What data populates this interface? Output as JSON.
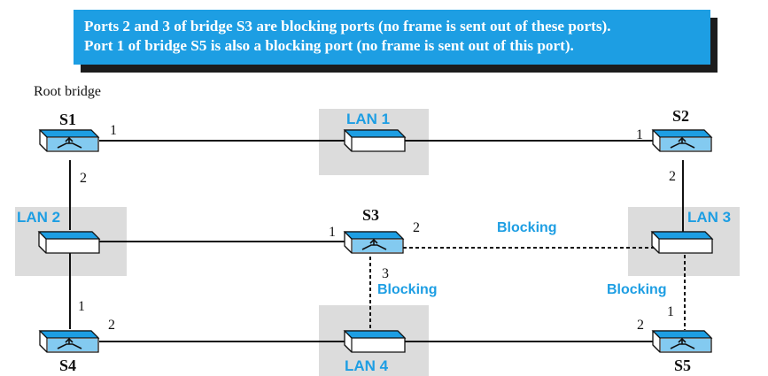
{
  "note": {
    "line1": "Ports 2 and 3 of bridge S3 are blocking ports (no frame is sent out of these ports).",
    "line2": "Port 1 of bridge S5 is also a blocking port (no frame is sent out of this port)."
  },
  "root_label": "Root bridge",
  "bridges": {
    "s1": "S1",
    "s2": "S2",
    "s3": "S3",
    "s4": "S4",
    "s5": "S5"
  },
  "lans": {
    "lan1": "LAN 1",
    "lan2": "LAN 2",
    "lan3": "LAN 3",
    "lan4": "LAN 4"
  },
  "ports": {
    "s1_p1": "1",
    "s1_p2": "2",
    "s2_p1": "1",
    "s2_p2": "2",
    "s3_p1": "1",
    "s3_p2": "2",
    "s3_p3": "3",
    "s4_p1": "1",
    "s4_p2": "2",
    "s5_p1": "1",
    "s5_p2": "2"
  },
  "blocking_label": "Blocking",
  "colors": {
    "accent": "#1d9ee3",
    "shadow": "#1c1c1c",
    "lan_bg": "#dddddd"
  }
}
